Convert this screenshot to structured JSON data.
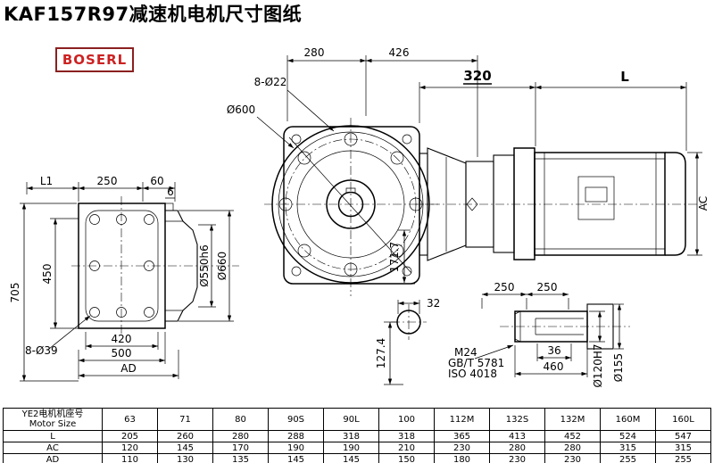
{
  "page": {
    "title": "KAF157R97减速机电机尺寸图纸",
    "logo": "BOSERL"
  },
  "dims": {
    "top_280": "280",
    "top_426": "426",
    "bolt_8_d22": "8-Ø22",
    "d600": "Ø600",
    "dim_320": "320",
    "dim_L": "L",
    "dim_AC": "AC",
    "L1": "L1",
    "left_250": "250",
    "left_60": "60",
    "left_6": "6",
    "left_705": "705",
    "left_450": "450",
    "d550": "Ø550h6",
    "d660": "Ø660",
    "bolt_8_d39": "8-Ø39",
    "left_420": "420",
    "left_500": "500",
    "left_AD": "AD",
    "mid_171_7": "171.7",
    "shaft_32": "32",
    "shaft_127_4": "127.4",
    "m24": "M24",
    "gbt_5781": "GB/T 5781",
    "iso_4018": "ISO 4018",
    "right_250_a": "250",
    "right_250_b": "250",
    "right_36": "36",
    "right_460": "460",
    "d120": "Ø120H7",
    "d155": "Ø155"
  },
  "table": {
    "header_cn": "YE2电机机座号",
    "header_en": "Motor Size",
    "sizes": [
      "63",
      "71",
      "80",
      "90S",
      "90L",
      "100",
      "112M",
      "132S",
      "132M",
      "160M",
      "160L"
    ],
    "rows": [
      {
        "label": "L",
        "values": [
          "205",
          "260",
          "280",
          "288",
          "318",
          "318",
          "365",
          "413",
          "452",
          "524",
          "547"
        ]
      },
      {
        "label": "AC",
        "values": [
          "120",
          "145",
          "170",
          "190",
          "190",
          "210",
          "230",
          "280",
          "280",
          "315",
          "315"
        ]
      },
      {
        "label": "AD",
        "values": [
          "110",
          "130",
          "135",
          "145",
          "145",
          "150",
          "180",
          "230",
          "230",
          "255",
          "255"
        ]
      }
    ]
  }
}
